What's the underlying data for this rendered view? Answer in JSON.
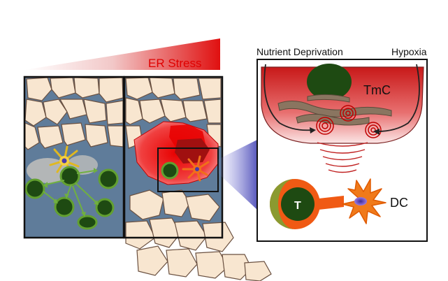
{
  "labels": {
    "er_stress": "ER Stress",
    "nutrient_deprivation": "Nutrient Deprivation",
    "hypoxia": "Hypoxia",
    "tmc": "TmC",
    "dc": "DC",
    "t_cell": "T"
  },
  "colors": {
    "stress_red": "#e01010",
    "tissue_blue": "#5f7c9a",
    "cell_fill": "#f8e6d0",
    "nucleus_green": "#1e4a12",
    "ring_green": "#62a030",
    "dc_orange": "#f0701a",
    "dc_nucleus": "#6a4cc0",
    "er_brown": "#8a7560"
  }
}
